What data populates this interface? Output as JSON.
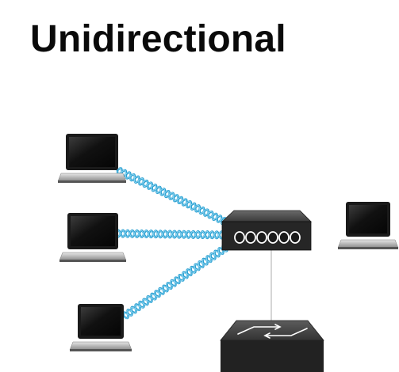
{
  "title": "Unidirectional",
  "colors": {
    "cable": "#2a9fd0",
    "cable_highlight": "#8fd6f2",
    "device_dark": "#202020",
    "device_body": "#3a3a3a",
    "screen": "#0c0c0c",
    "port_ring": "#ffffff",
    "background": "#ffffff"
  },
  "diagram": {
    "nodes": [
      {
        "name": "laptop-top",
        "icon": "laptop-icon"
      },
      {
        "name": "laptop-middle",
        "icon": "laptop-icon"
      },
      {
        "name": "laptop-bottom",
        "icon": "laptop-icon"
      },
      {
        "name": "laptop-right",
        "icon": "laptop-icon"
      },
      {
        "name": "hub",
        "icon": "hub-icon",
        "ports": 6
      },
      {
        "name": "switch",
        "icon": "switch-icon"
      }
    ],
    "links": [
      {
        "from": "laptop-top",
        "to": "hub",
        "style": "twisted-pair"
      },
      {
        "from": "laptop-middle",
        "to": "hub",
        "style": "twisted-pair"
      },
      {
        "from": "laptop-bottom",
        "to": "hub",
        "style": "twisted-pair"
      },
      {
        "from": "hub",
        "to": "switch",
        "style": "thin-line"
      }
    ]
  }
}
